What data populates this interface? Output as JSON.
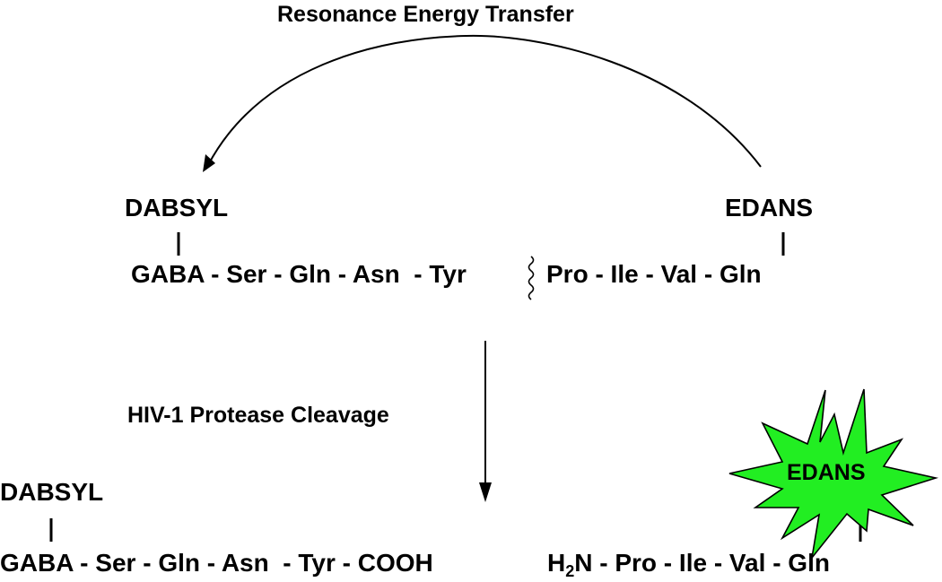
{
  "title": "Resonance Energy Transfer",
  "cleavage_label": "HIV-1 Protease Cleavage",
  "intact": {
    "donor_label": "DABSYL",
    "acceptor_label": "EDANS",
    "seq_left": "GABA - Ser - Gln - Asn  - Tyr",
    "seq_right": "Pro - Ile - Val - Gln"
  },
  "products": {
    "left_label": "DABSYL",
    "left_seq": "GABA - Ser - Gln - Asn  - Tyr - COOH",
    "right_prefix": "H",
    "right_subscript": "2",
    "right_seq": "N - Pro - Ile - Val - Gln",
    "burst_label": "EDANS",
    "burst_color": "#22ee22"
  }
}
